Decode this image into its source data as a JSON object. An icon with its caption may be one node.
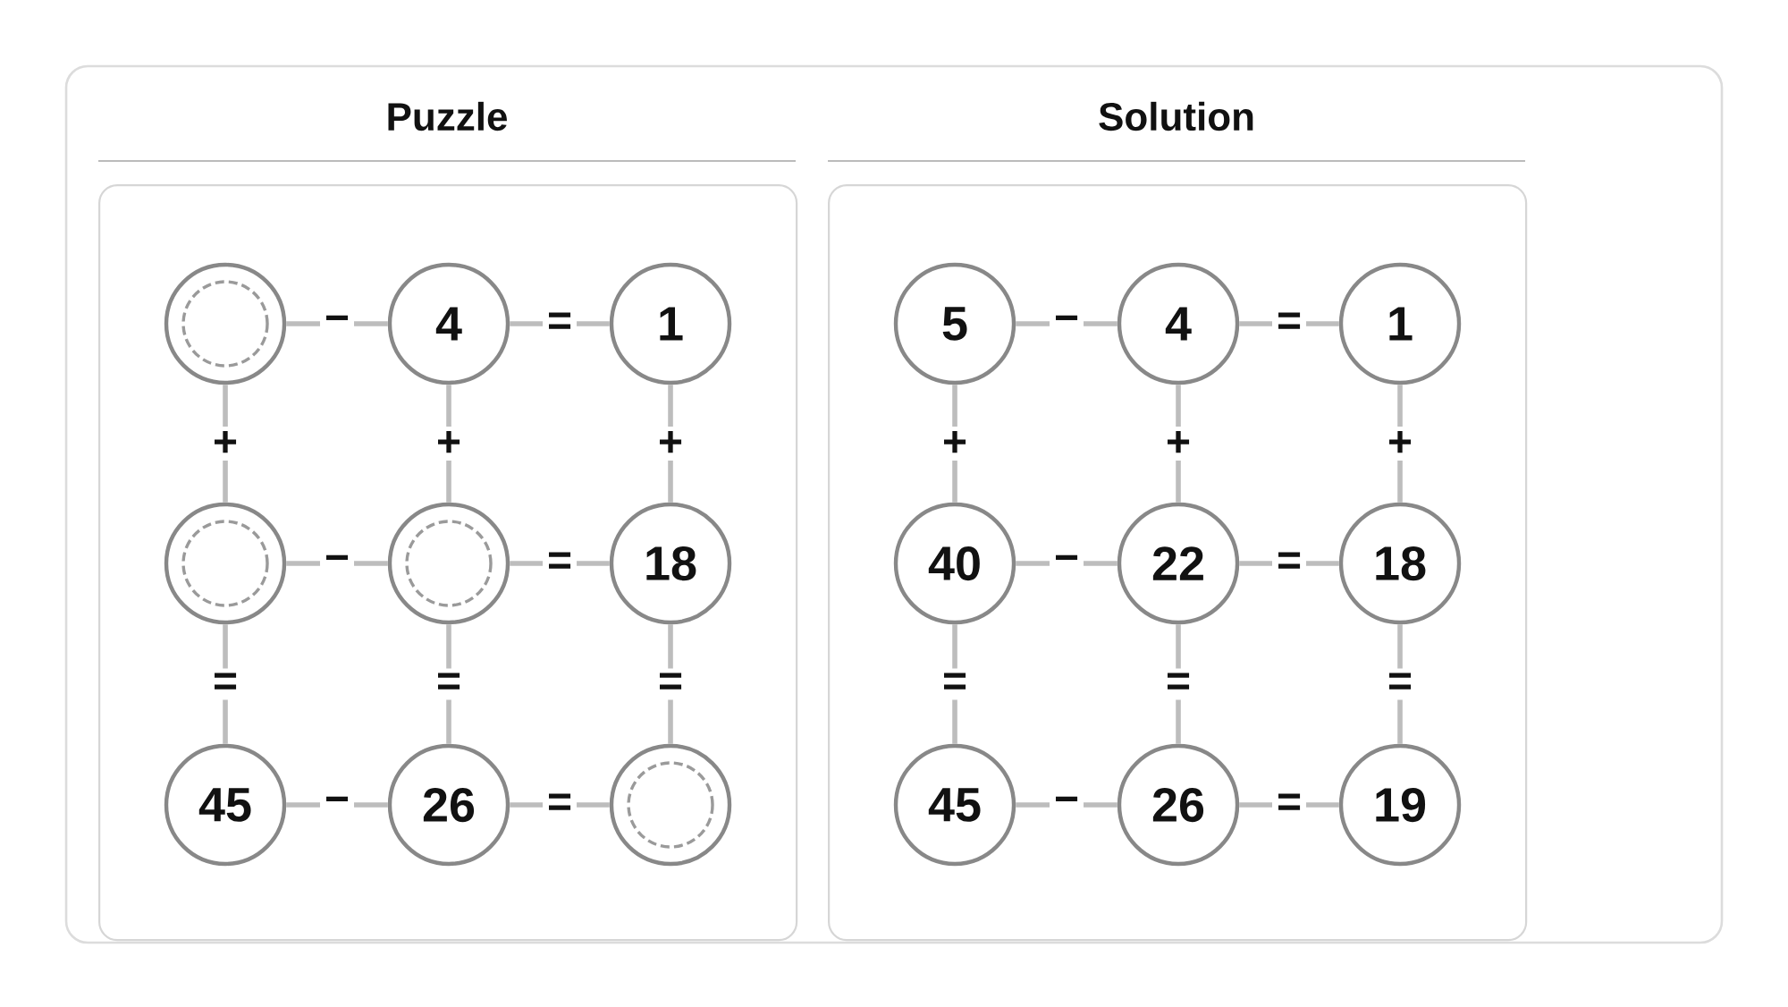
{
  "diagram": {
    "nodes": [
      {
        "text": [
          "Puzzle"
        ]
      },
      {
        "text": [],
        "shape": "circle",
        "in": 0
      },
      {
        "text": [
          "4"
        ],
        "in": 0
      },
      {
        "text": [
          "1"
        ],
        "in": 0
      },
      {
        "text": [],
        "shape": "circle",
        "in": 0
      },
      {
        "text": [],
        "shape": "circle",
        "in": 0
      },
      {
        "text": [
          "18"
        ],
        "in": 0
      },
      {
        "text": [
          "45"
        ],
        "in": 0
      },
      {
        "text": [
          "26"
        ],
        "in": 0
      },
      {
        "text": [],
        "shape": "circle",
        "in": 0
      },
      {
        "text": [
          "Solution"
        ]
      },
      {
        "text": [
          "5"
        ],
        "in": 10
      },
      {
        "text": [
          "4"
        ],
        "in": 10
      },
      {
        "text": [
          "1"
        ],
        "in": 10
      },
      {
        "text": [
          "40"
        ],
        "in": 10
      },
      {
        "text": [
          "22"
        ],
        "in": 10
      },
      {
        "text": [
          "18"
        ],
        "in": 10
      },
      {
        "text": [
          "45"
        ],
        "in": 10
      },
      {
        "text": [
          "26"
        ],
        "in": 10
      },
      {
        "text": [
          "19"
        ],
        "in": 10
      }
    ],
    "edges": [
      {
        "from": 1,
        "to": 2,
        "arrow": "none",
        "label": "−"
      },
      {
        "from": 2,
        "to": 3,
        "arrow": "none",
        "label": "="
      },
      {
        "from": 1,
        "to": 4,
        "arrow": "none",
        "label": "+"
      },
      {
        "from": 2,
        "to": 5,
        "arrow": "none",
        "label": "+"
      },
      {
        "from": 3,
        "to": 6,
        "arrow": "none",
        "label": "+"
      },
      {
        "from": 4,
        "to": 5,
        "arrow": "none",
        "label": "−"
      },
      {
        "from": 5,
        "to": 6,
        "arrow": "none",
        "label": "="
      },
      {
        "from": 4,
        "to": 7,
        "arrow": "none",
        "label": "="
      },
      {
        "from": 5,
        "to": 8,
        "arrow": "none",
        "label": "="
      },
      {
        "from": 6,
        "to": 9,
        "arrow": "none",
        "label": "="
      },
      {
        "from": 7,
        "to": 8,
        "arrow": "none",
        "label": "−"
      },
      {
        "from": 8,
        "to": 9,
        "arrow": "none",
        "label": "="
      },
      {
        "from": 11,
        "to": 12,
        "arrow": "none",
        "label": "−"
      },
      {
        "from": 12,
        "to": 13,
        "arrow": "none",
        "label": "="
      },
      {
        "from": 11,
        "to": 14,
        "arrow": "none",
        "label": "+"
      },
      {
        "from": 12,
        "to": 15,
        "arrow": "none",
        "label": "+"
      },
      {
        "from": 13,
        "to": 16,
        "arrow": "none",
        "label": "+"
      },
      {
        "from": 14,
        "to": 15,
        "arrow": "none",
        "label": "−"
      },
      {
        "from": 15,
        "to": 16,
        "arrow": "none",
        "label": "="
      },
      {
        "from": 14,
        "to": 17,
        "arrow": "none",
        "label": "="
      },
      {
        "from": 15,
        "to": 18,
        "arrow": "none",
        "label": "="
      },
      {
        "from": 16,
        "to": 19,
        "arrow": "none",
        "label": "="
      },
      {
        "from": 17,
        "to": 18,
        "arrow": "none",
        "label": "−"
      },
      {
        "from": 18,
        "to": 19,
        "arrow": "none",
        "label": "="
      }
    ]
  }
}
